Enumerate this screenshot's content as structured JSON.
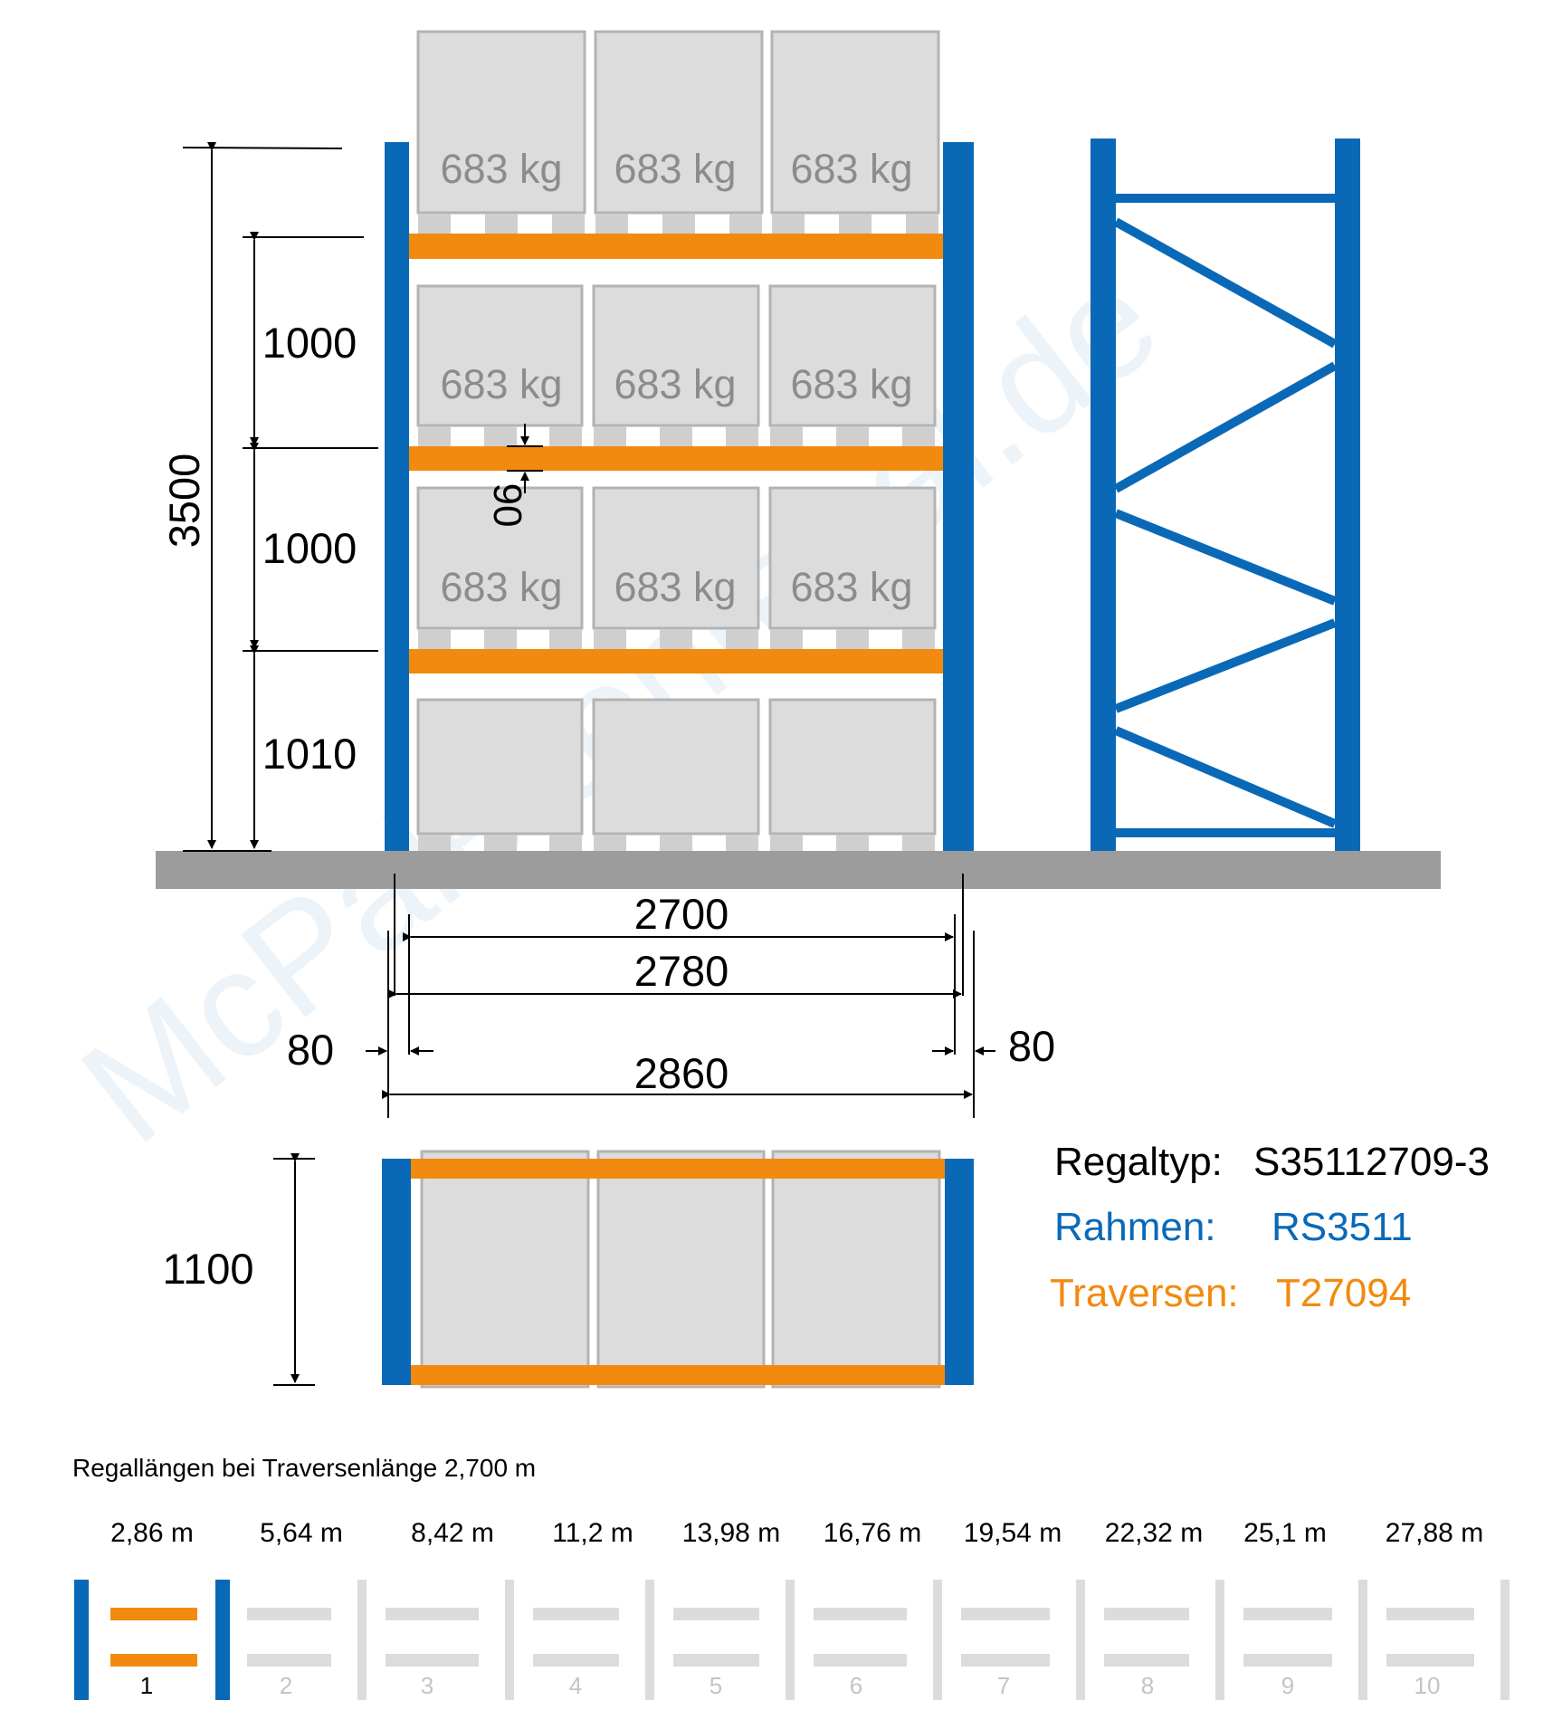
{
  "colors": {
    "frame": "#0a69b7",
    "beam": "#f28a0f",
    "pallet": "#dcdcdc",
    "pallet_stroke": "#b3b3b3",
    "floor": "#9c9c9c",
    "inactive": "#dcdcdc"
  },
  "watermark": "McPalettenregal.de",
  "load_label": "683 kg",
  "front_view": {
    "total_height": "3500",
    "levels": [
      "1000",
      "1000",
      "1010"
    ],
    "beam_height": "90",
    "clear_width": "2700",
    "axis_width": "2780",
    "overall_width": "2860",
    "upright_left": "80",
    "upright_right": "80"
  },
  "top_view": {
    "depth": "1100"
  },
  "spec": {
    "type_label": "Regaltyp:",
    "type_value": "S35112709-3",
    "frame_label": "Rahmen:",
    "frame_value": "RS3511",
    "beam_label": "Traversen:",
    "beam_value": "T27094"
  },
  "lengths": {
    "title": "Regallängen bei Traversenlänge 2,700 m",
    "values": [
      "2,86 m",
      "5,64 m",
      "8,42 m",
      "11,2 m",
      "13,98 m",
      "16,76 m",
      "19,54 m",
      "22,32 m",
      "25,1 m",
      "27,88 m"
    ],
    "numbers": [
      "1",
      "2",
      "3",
      "4",
      "5",
      "6",
      "7",
      "8",
      "9",
      "10"
    ],
    "selected": 1
  }
}
